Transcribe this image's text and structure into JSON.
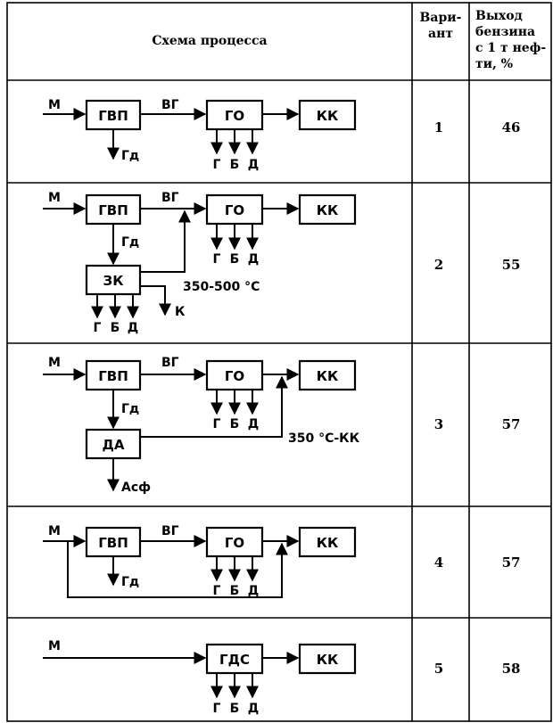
{
  "header": {
    "scheme": "Схема процесса",
    "variant": [
      "Вари-",
      "ант"
    ],
    "yield": [
      "Выход",
      "бензина",
      "с 1 т неф-",
      "ти, %"
    ]
  },
  "labels": {
    "M": "М",
    "GVP": "ГВП",
    "VG": "ВГ",
    "GO": "ГО",
    "KK": "КК",
    "Gd": "Гд",
    "G": "Г",
    "B": "Б",
    "D": "Д",
    "ZK": "ЗК",
    "K": "К",
    "DA": "ДА",
    "Asf": "Асф",
    "GDS": "ГДС",
    "t1": "350-500 °С",
    "t2": "350 °С-КК"
  },
  "rows": [
    {
      "variant": "1",
      "yield": "46"
    },
    {
      "variant": "2",
      "yield": "55"
    },
    {
      "variant": "3",
      "yield": "57"
    },
    {
      "variant": "4",
      "yield": "57"
    },
    {
      "variant": "5",
      "yield": "58"
    }
  ]
}
